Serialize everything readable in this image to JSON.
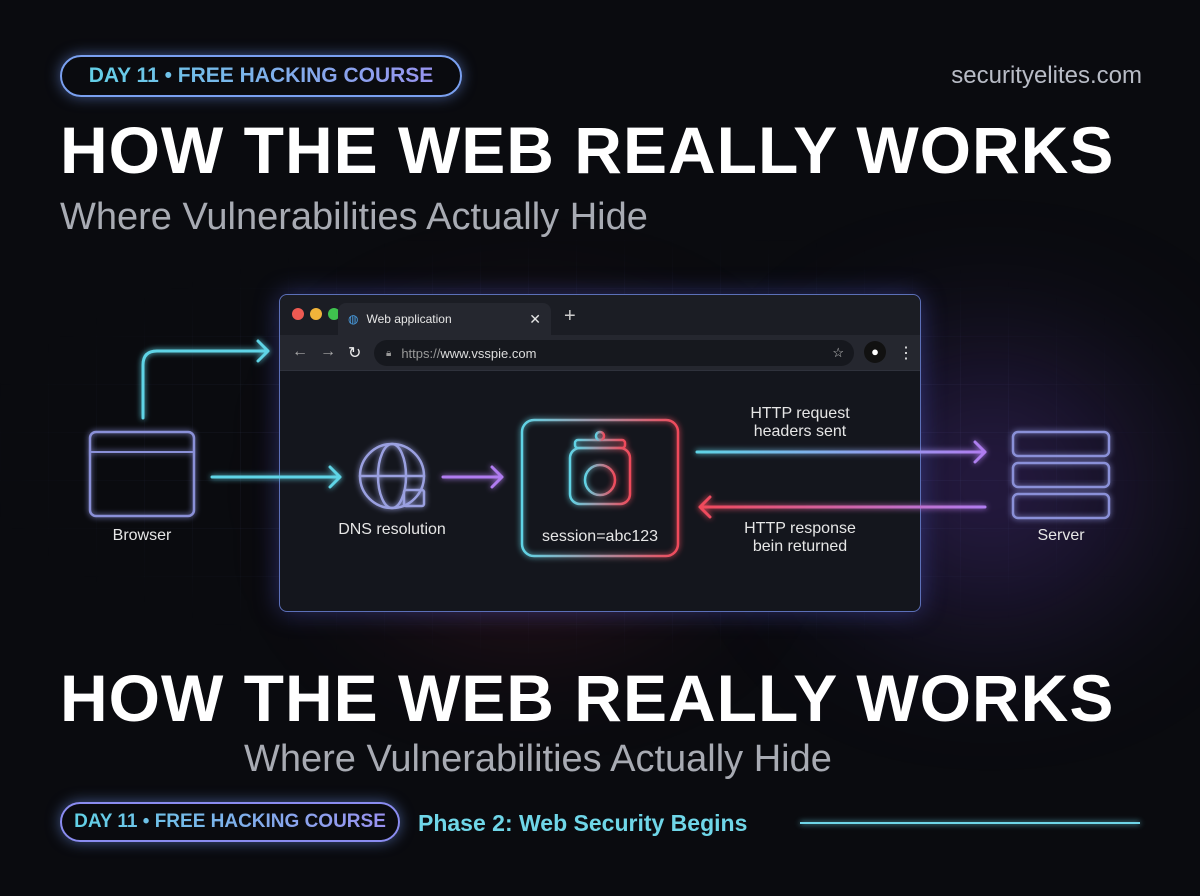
{
  "badge_top": "DAY 11 • FREE HACKING COURSE",
  "site": "securityelites.com",
  "title": "HOW THE WEB REALLY WORKS",
  "subtitle": "Where Vulnerabilities Actually Hide",
  "browser": {
    "tab_label": "Web application",
    "url_prefix": "https://",
    "url_host": "www.vsspie.com"
  },
  "diagram": {
    "browser_label": "Browser",
    "dns_label": "DNS resolution",
    "cookie_label": "session=abc123",
    "request_label_1": "HTTP request",
    "request_label_2": "headers sent",
    "response_label_1": "HTTP response",
    "response_label_2": "bein returned",
    "server_label": "Server"
  },
  "title_bottom": "HOW THE WEB REALLY WORKS",
  "subtitle_bottom": "Where Vulnerabilities Actually Hide",
  "badge_bottom": "DAY 11 • FREE HACKING COURSE",
  "phase": "Phase 2: Web Security Begins",
  "colors": {
    "cyan": "#5fd4e6",
    "violet": "#a77cf0",
    "red": "#f04a5a"
  }
}
